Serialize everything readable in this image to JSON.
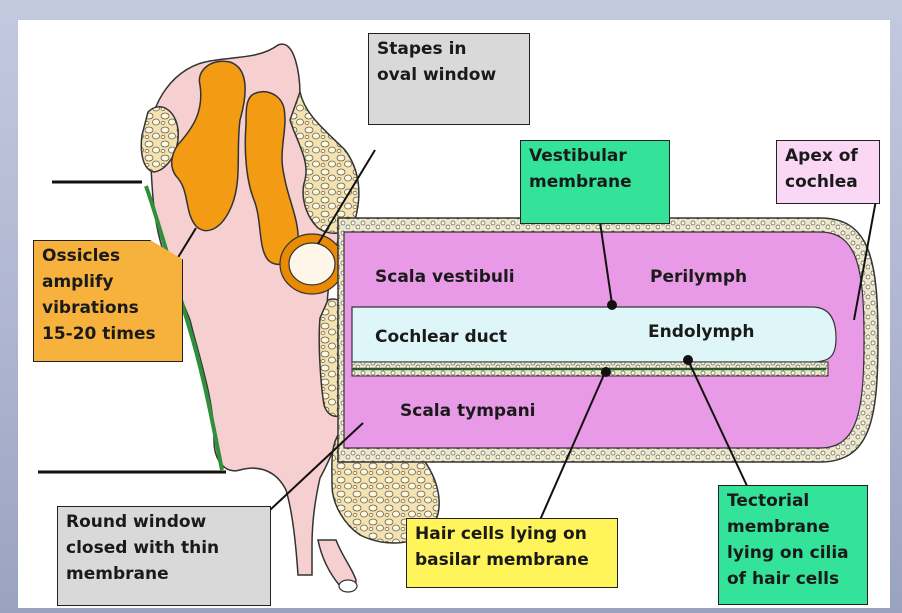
{
  "diagram": {
    "callouts": {
      "stapes": [
        "Stapes in",
        "oval window"
      ],
      "vestibular": [
        "Vestibular",
        "membrane"
      ],
      "apex": [
        "Apex of",
        "cochlea"
      ],
      "ossicles": [
        "Ossicles",
        "amplify",
        "vibrations",
        "15-20 times"
      ],
      "round_window": [
        "Round window",
        "closed with thin",
        "membrane"
      ],
      "hair_cells": [
        "Hair cells lying on",
        "basilar membrane"
      ],
      "tectorial": [
        "Tectorial",
        "membrane",
        "lying on cilia",
        "of hair cells"
      ]
    },
    "inline_labels": {
      "scala_vestibuli": "Scala vestibuli",
      "perilymph": "Perilymph",
      "cochlear_duct": "Cochlear duct",
      "endolymph": "Endolymph",
      "scala_tympani": "Scala tympani"
    },
    "colors": {
      "pink_tissue": "#f6cfd0",
      "magenta_scala": "#e89ae6",
      "cyan_duct": "#dff6f9",
      "bone": "#f3e3b2",
      "ossicles": "#f39b12",
      "green_box": "#33e39a",
      "grey_box": "#d9d9d9",
      "orange_box": "#f6b23c",
      "yellow_box": "#fff45a",
      "pinkbox": "#f9d7f5"
    }
  }
}
